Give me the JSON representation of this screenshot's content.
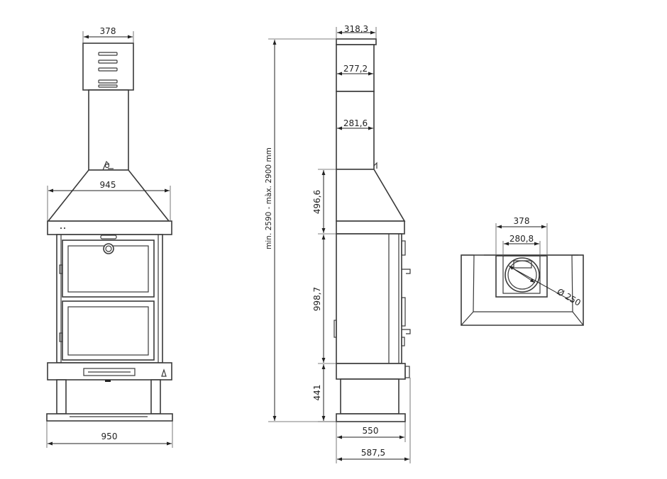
{
  "front_view": {
    "dims": {
      "chimney_width": "378",
      "hood_width": "945",
      "base_width": "950"
    }
  },
  "side_view": {
    "dims": {
      "overall_height": "min. 2590 - màx. 2900 mm",
      "top_flue_width": "318,3",
      "flue_width_upper": "277,2",
      "flue_width_lower": "281,6",
      "hood_height": "496,6",
      "body_height": "998,7",
      "base_height": "441",
      "base_depth": "550",
      "overall_depth": "587,5"
    }
  },
  "top_view": {
    "dims": {
      "outer_opening": "378",
      "inner_opening": "280,8",
      "flue_diameter": "Ø 250"
    }
  },
  "colors": {
    "line": "#3a3a3a",
    "dimension": "#222222",
    "background": "#ffffff"
  }
}
